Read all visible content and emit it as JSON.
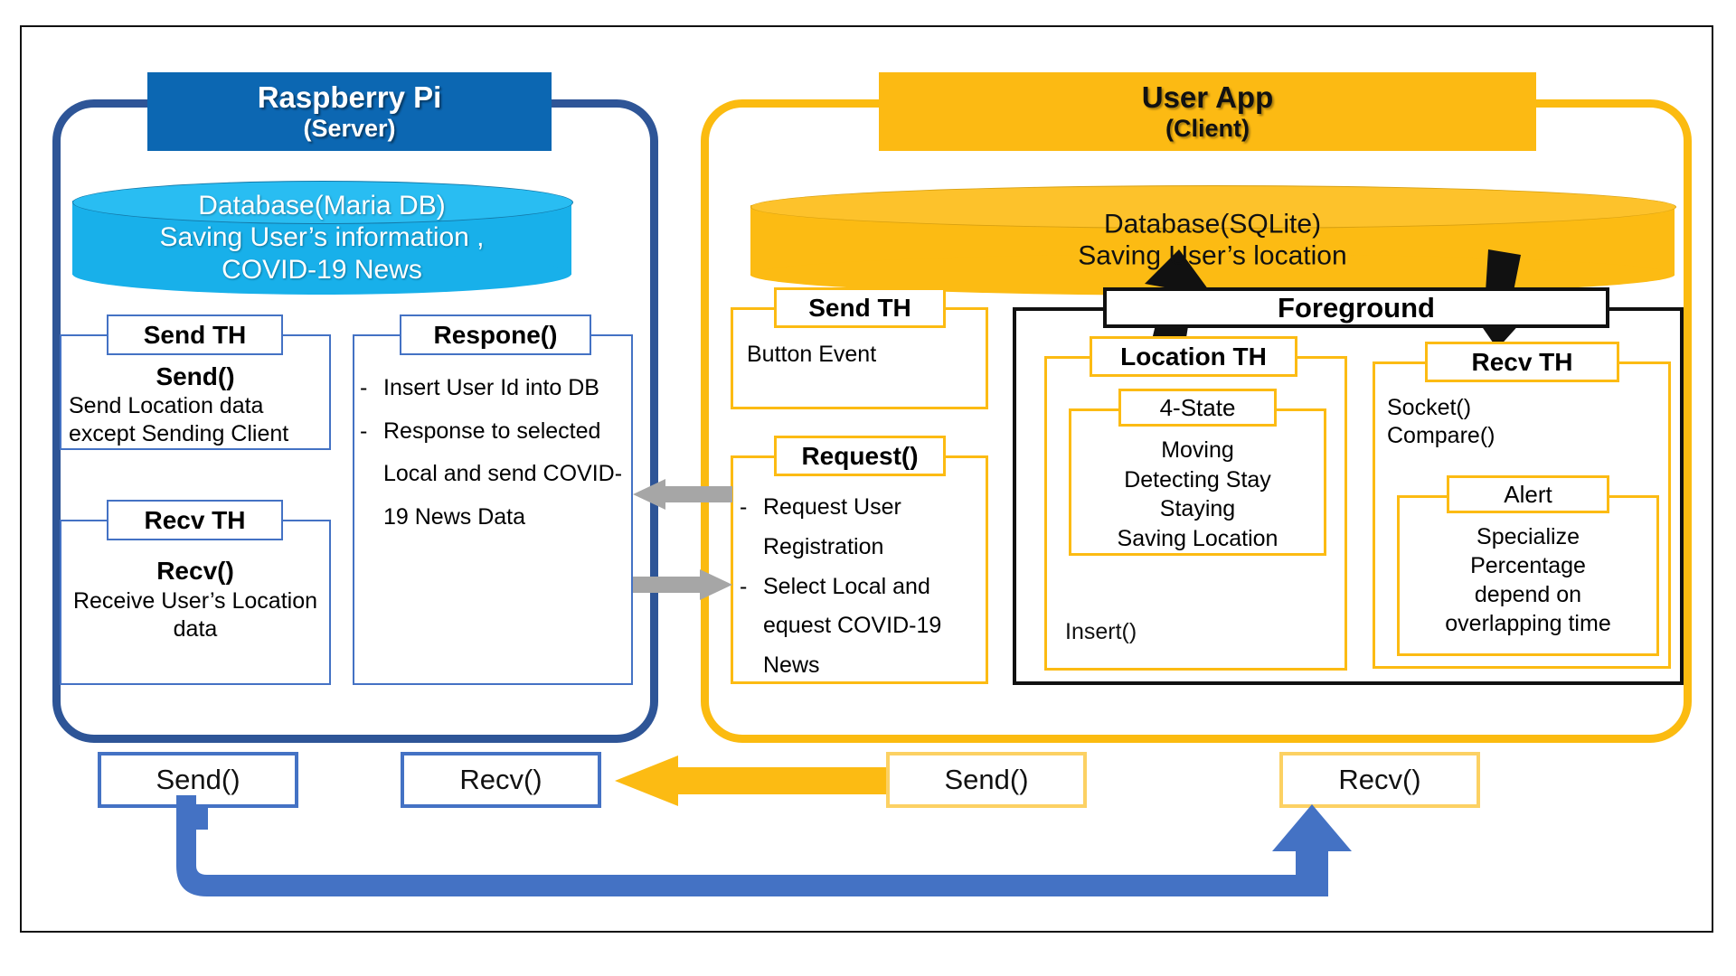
{
  "diagram": {
    "title": "Raspberry Pi Server / User App Client architecture",
    "colors": {
      "server_blue": "#2E5597",
      "server_title_blue": "#0C67B2",
      "server_db_cyan": "#18B0EA",
      "client_yellow": "#FCBB13",
      "box_blue": "#4472C4",
      "box_yellow": "#FCD163",
      "black": "#111111",
      "gray_arrow": "#A6A6A6"
    }
  },
  "server": {
    "title": "Raspberry Pi",
    "subtitle": "(Server)",
    "database": {
      "line1": "Database(Maria DB)",
      "line2": "Saving User’s information ,",
      "line3": "COVID-19 News"
    },
    "send_th": {
      "header": "Send TH",
      "fn": "Send()",
      "desc": "Send Location data except Sending Client"
    },
    "recv_th": {
      "header": "Recv TH",
      "fn": "Recv()",
      "desc": "Receive User’s Location data"
    },
    "respone": {
      "header": "Respone()",
      "bullets": [
        "Insert User Id into DB",
        "Response to selected Local and send COVID-19 News Data"
      ],
      "dash": "-"
    },
    "bottom": {
      "send": "Send()",
      "recv": "Recv()"
    }
  },
  "client": {
    "title": "User App",
    "subtitle": "(Client)",
    "database": {
      "line1": "Database(SQLite)",
      "line2": "Saving User’s location"
    },
    "send_th": {
      "header": "Send TH",
      "desc": "Button Event"
    },
    "request": {
      "header": "Request()",
      "bullets": [
        "Request User Registration",
        "Select Local and equest COVID-19 News"
      ],
      "dash": "-"
    },
    "foreground": {
      "header": "Foreground"
    },
    "location_th": {
      "header": "Location TH",
      "insert_fn": "Insert()",
      "four_state": {
        "header": "4-State",
        "states": [
          "Moving",
          "Detecting Stay",
          "Staying",
          "Saving Location"
        ]
      }
    },
    "recv_th": {
      "header": "Recv TH",
      "calls": [
        "Socket()",
        "Compare()"
      ],
      "alert": {
        "header": "Alert",
        "desc": [
          "Specialize",
          "Percentage",
          "depend on",
          "overlapping time"
        ]
      }
    },
    "bottom": {
      "send": "Send()",
      "recv": "Recv()"
    }
  },
  "arrows": {
    "gray_left_1": "gray-arrow-left",
    "gray_right_2": "gray-arrow-right",
    "yellow_left": "yellow-arrow-left",
    "black_up": "black-arrow-up",
    "black_down": "black-arrow-down",
    "blue_return": "blue-return-arrow"
  }
}
